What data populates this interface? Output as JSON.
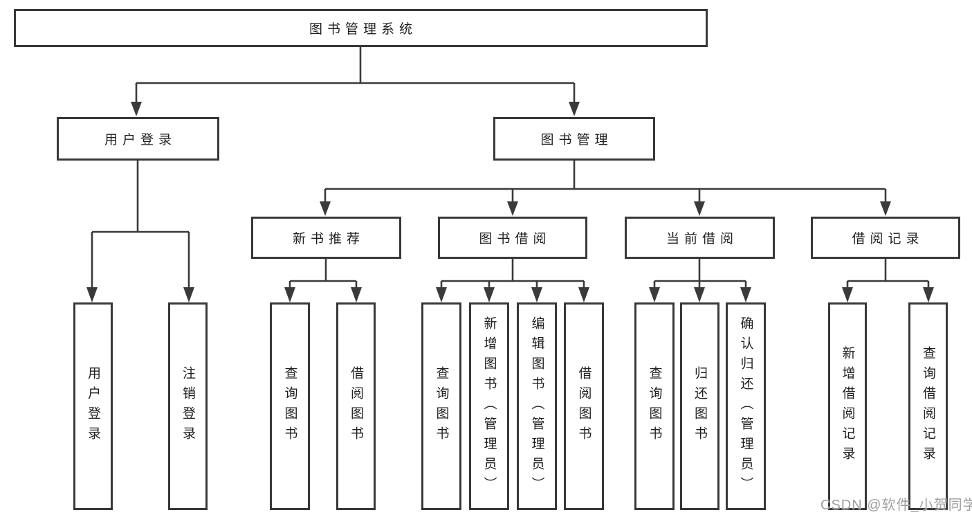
{
  "diagram": {
    "tree": {
      "root": "图书管理系统",
      "user_login": {
        "label": "用户登录",
        "children": [
          "用户登录",
          "注销登录"
        ]
      },
      "book_mgmt": {
        "label": "图书管理"
      },
      "new_books": {
        "label": "新书推荐",
        "children": [
          "查询图书",
          "借阅图书"
        ]
      },
      "book_borrow": {
        "label": "图书借阅",
        "children": [
          "查询图书",
          "新增图书（管理员）",
          "编辑图书（管理员）",
          "借阅图书"
        ]
      },
      "current_borrow": {
        "label": "当前借阅",
        "children": [
          "查询图书",
          "归还图书",
          "确认归还（管理员）"
        ]
      },
      "borrow_records": {
        "label": "借阅记录",
        "children": [
          "新增借阅记录",
          "查询借阅记录"
        ]
      }
    },
    "watermark": "CSDN @软件_小贺同学",
    "colors": {
      "line": "#3a3a3a",
      "box_border": "#383838",
      "text": "#1f1f1f",
      "background": "#ffffff",
      "watermark": "#9e9e9e"
    }
  }
}
